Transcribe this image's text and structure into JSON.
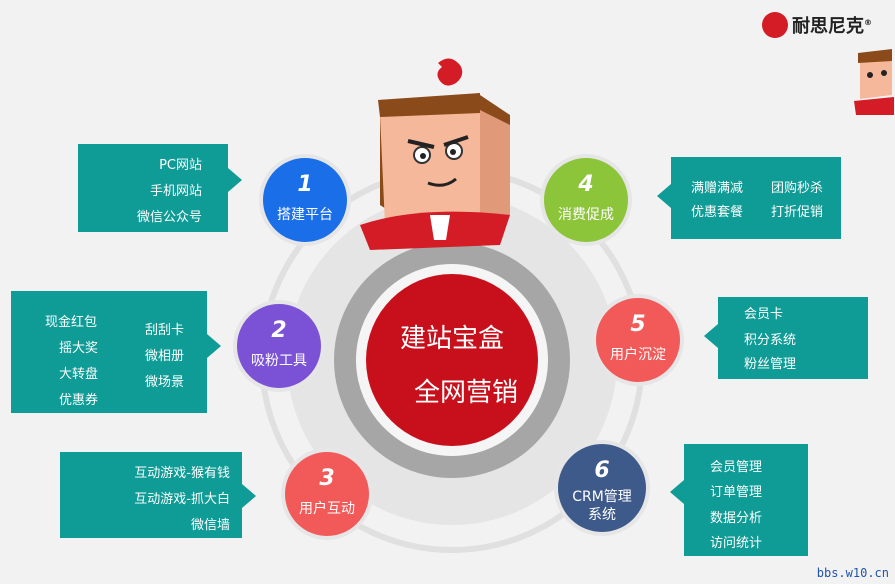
{
  "brand": {
    "name": "耐思尼克",
    "symbol": "®"
  },
  "center": {
    "line1": "建站宝盒",
    "line2": "全网营销"
  },
  "nodes": [
    {
      "num": "1",
      "label": "搭建平台",
      "color": "#1a6fe8",
      "items": [
        "PC网站",
        "手机网站",
        "微信公众号"
      ]
    },
    {
      "num": "2",
      "label": "吸粉工具",
      "color": "#7b52d6",
      "items": [
        "现金红包",
        "摇大奖",
        "大转盘",
        "优惠券",
        "刮刮卡",
        "微相册",
        "微场景"
      ]
    },
    {
      "num": "3",
      "label": "用户互动",
      "color": "#f25a5a",
      "items": [
        "互动游戏-猴有钱",
        "互动游戏-抓大白",
        "微信墙"
      ]
    },
    {
      "num": "4",
      "label": "消费促成",
      "color": "#8cc43a",
      "items": [
        "满赠满减",
        "团购秒杀",
        "优惠套餐",
        "打折促销"
      ]
    },
    {
      "num": "5",
      "label": "用户沉淀",
      "color": "#f25a5a",
      "items": [
        "会员卡",
        "积分系统",
        "粉丝管理"
      ]
    },
    {
      "num": "6",
      "label": "CRM管理",
      "label2": "系统",
      "color": "#3d5a8a",
      "items": [
        "会员管理",
        "订单管理",
        "数据分析",
        "访问统计"
      ]
    }
  ],
  "watermark": "bbs.w10.cn"
}
